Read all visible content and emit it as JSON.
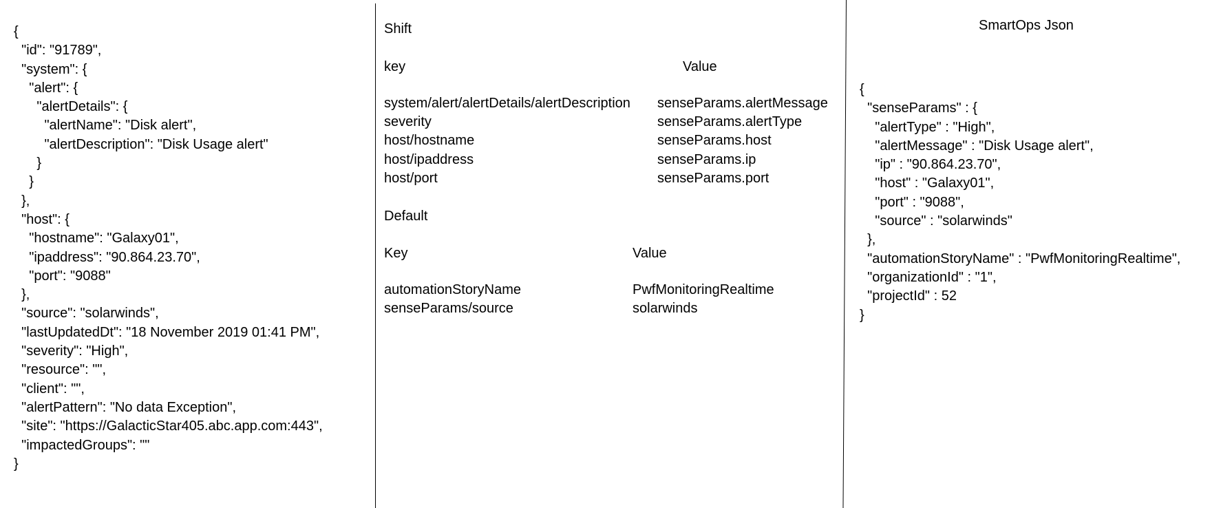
{
  "source_json": {
    "lines": [
      "{",
      "  \"id\": \"91789\",",
      "  \"system\": {",
      "    \"alert\": {",
      "      \"alertDetails\": {",
      "        \"alertName\": \"Disk alert\",",
      "        \"alertDescription\": \"Disk Usage alert\"",
      "      }",
      "    }",
      "  },",
      "  \"host\": {",
      "    \"hostname\": \"Galaxy01\",",
      "    \"ipaddress\": \"90.864.23.70\",",
      "    \"port\": \"9088\"",
      "  },",
      "  \"source\": \"solarwinds\",",
      "  \"lastUpdatedDt\": \"18 November 2019 01:41 PM\",",
      "  \"severity\": \"High\",",
      "  \"resource\": \"\",",
      "  \"client\": \"\",",
      "  \"alertPattern\": \"No data Exception\",",
      "  \"site\": \"https://GalacticStar405.abc.app.com:443\",",
      "  \"impactedGroups\": \"\"",
      "}"
    ]
  },
  "shift": {
    "heading": "Shift",
    "key_header": "key",
    "value_header": "Value",
    "rows": [
      {
        "key": "system/alert/alertDetails/alertDescription",
        "value": "senseParams.alertMessage"
      },
      {
        "key": "severity",
        "value": "senseParams.alertType"
      },
      {
        "key": "host/hostname",
        "value": "senseParams.host"
      },
      {
        "key": "host/ipaddress",
        "value": "senseParams.ip"
      },
      {
        "key": "host/port",
        "value": "senseParams.port"
      }
    ]
  },
  "default": {
    "heading": "Default",
    "key_header": "Key",
    "value_header": "Value",
    "rows": [
      {
        "key": "automationStoryName",
        "value": "PwfMonitoringRealtime"
      },
      {
        "key": "senseParams/source",
        "value": "solarwinds"
      }
    ]
  },
  "smartops": {
    "title": "SmartOps Json",
    "lines": [
      "{",
      "  \"senseParams\" : {",
      "    \"alertType\" : \"High\",",
      "    \"alertMessage\" : \"Disk Usage alert\",",
      "    \"ip\" : \"90.864.23.70\",",
      "    \"host\" : \"Galaxy01\",",
      "    \"port\" : \"9088\",",
      "    \"source\" : \"solarwinds\"",
      "  },",
      "  \"automationStoryName\" : \"PwfMonitoringRealtime\",",
      "  \"organizationId\" : \"1\",",
      "  \"projectId\" : 52",
      "}"
    ]
  }
}
